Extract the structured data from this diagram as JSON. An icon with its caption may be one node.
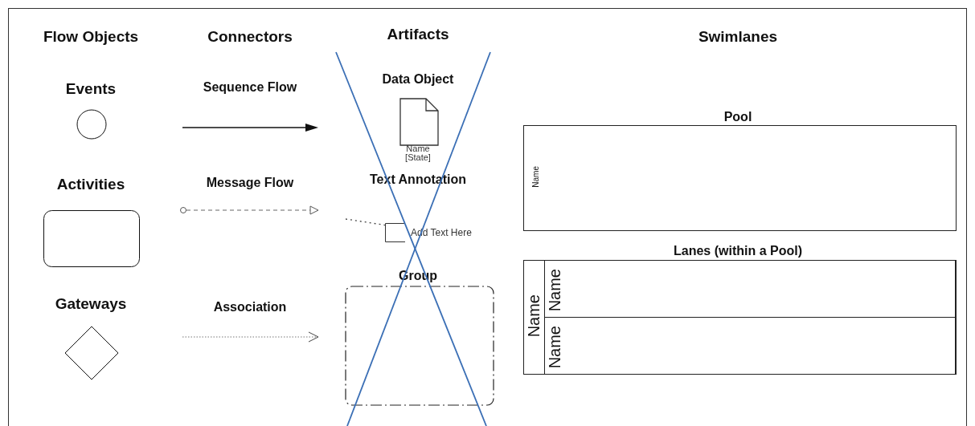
{
  "diagram": {
    "nodes": [
      {
        "text": [],
        "shape": "circle"
      },
      {
        "text": [],
        "shape": "box"
      },
      {
        "text": [],
        "shape": "diamond"
      },
      {
        "text": [
          "Name [State]"
        ]
      },
      {
        "text": [
          "Add Text Here"
        ]
      },
      {
        "text": [],
        "shape": "box"
      },
      {
        "text": [
          "Name"
        ]
      },
      {
        "text": [
          "Name"
        ]
      },
      {
        "text": [
          "Name"
        ],
        "in": 7
      },
      {
        "text": [
          "Name"
        ],
        "in": 7
      }
    ],
    "edges": [
      {
        "from": null,
        "to": 4,
        "arrow": "none",
        "style": "dashed"
      }
    ],
    "labels": [
      "Flow Objects",
      "Connectors",
      "Artifacts",
      "Swimlanes",
      "Data Object",
      "Events",
      "Sequence Flow",
      "Pool",
      "Activities",
      "Message Flow",
      "Text Annotation",
      "Lanes (within a Pool)",
      "Group",
      "Gateways",
      "Association"
    ]
  }
}
